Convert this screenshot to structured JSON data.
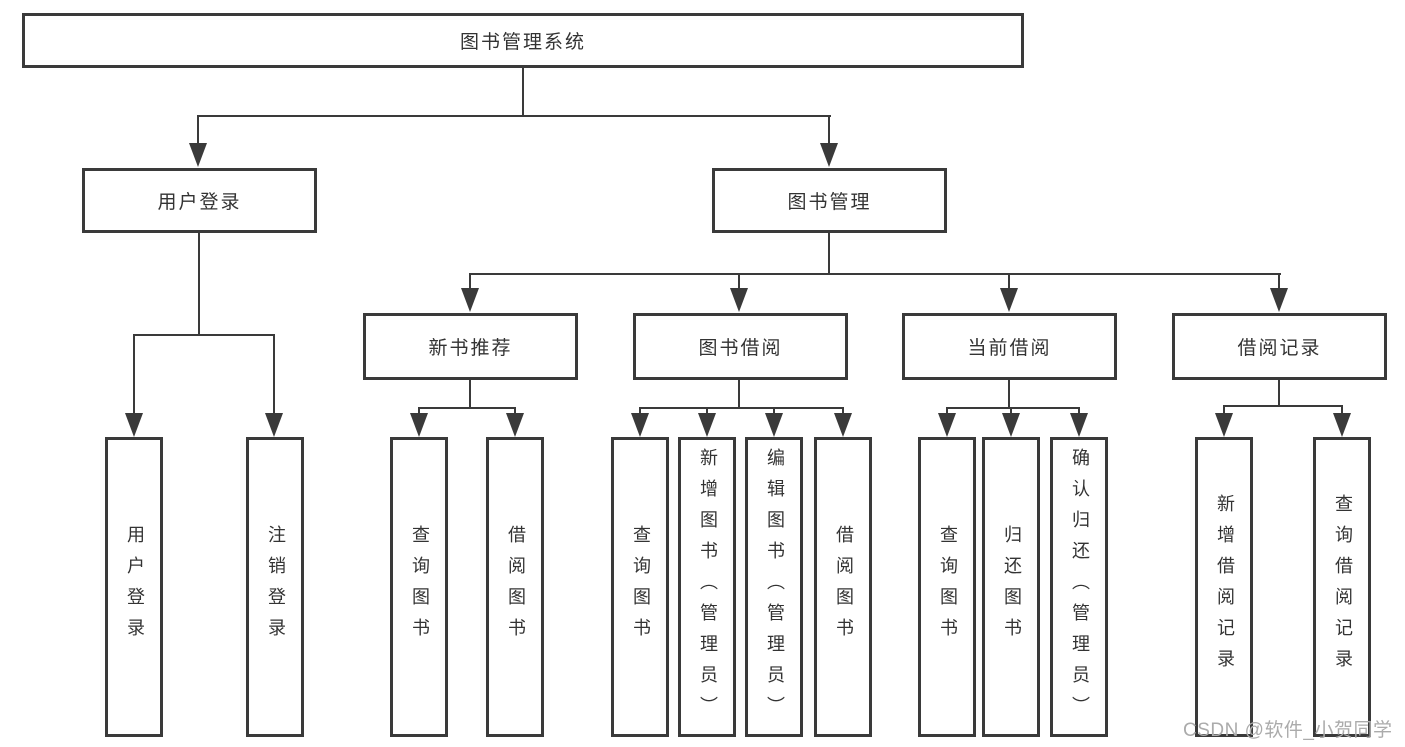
{
  "diagram": {
    "root": "图书管理系统",
    "level2": [
      "用户登录",
      "图书管理"
    ],
    "level3": [
      "新书推荐",
      "图书借阅",
      "当前借阅",
      "借阅记录"
    ],
    "level4": [
      "用户登录",
      "注销登录",
      "查询图书",
      "借阅图书",
      "查询图书",
      "新增图书（管理员）",
      "编辑图书（管理员）",
      "借阅图书",
      "查询图书",
      "归还图书",
      "确认归还（管理员）",
      "新增借阅记录",
      "查询借阅记录"
    ]
  },
  "watermark": "CSDN @软件_小贺同学",
  "colors": {
    "line": "#3a3a3a",
    "text": "#333333",
    "watermark": "#ababab",
    "background": "#ffffff"
  }
}
